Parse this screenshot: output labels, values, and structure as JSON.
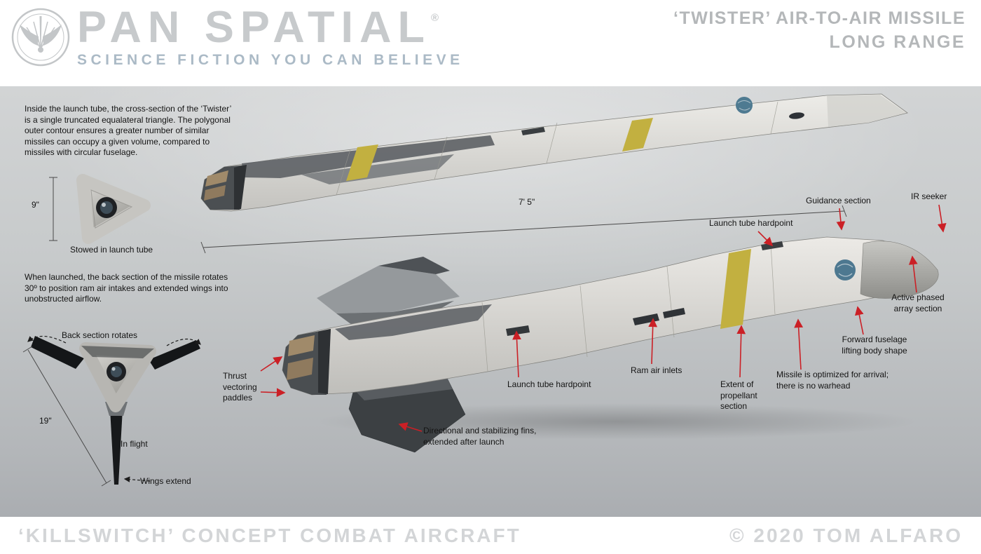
{
  "colors": {
    "accent_red": "#cb2026",
    "stripe_yellow": "#c2b040",
    "brand_gray": "#c7cacc",
    "tagline_blue_gray": "#abbac6"
  },
  "header": {
    "brand": "PAN SPATIAL",
    "registered": "®",
    "tagline": "SCIENCE FICTION YOU CAN BELIEVE",
    "title_line1": "‘TWISTER’  AIR-TO-AIR MISSILE",
    "title_line2": "LONG RANGE"
  },
  "diagram": {
    "intro_paragraph": "Inside the launch tube, the cross-section of the ‘Twister’\nis a single truncated equalateral triangle.  The polygonal\nouter contour ensures a greater number of similar\nmissiles can occupy a given volume, compared to\nmissiles with circular fuselage.",
    "launch_paragraph": "When launched, the back section of the missile rotates\n30º to position ram air intakes and extended wings into\nunobstructed airflow.",
    "stowed_dimension": "9\"",
    "stowed_caption": "Stowed in launch tube",
    "back_section_label": "Back section rotates",
    "inflight_dimension": "19\"",
    "inflight_caption": "In flight",
    "wings_extend_label": "Wings extend",
    "length_dimension": "7' 5\"",
    "callouts": {
      "launch_tube_hardpoint_top": "Launch tube hardpoint",
      "guidance_section": "Guidance section",
      "ir_seeker": "IR seeker",
      "active_phased_array": "Active phased\narray section",
      "forward_fuselage": "Forward fuselage\nlifting body shape",
      "no_warhead": "Missile is optimized for arrival;\nthere is no warhead",
      "propellant_section": "Extent of\npropellant\nsection",
      "ram_air_inlets": "Ram air inlets",
      "launch_tube_hardpoint_bottom": "Launch tube hardpoint",
      "thrust_vectoring_paddles": "Thrust\nvectoring\npaddles",
      "stabilizing_fins": "Directional and stabilizing fins,\nextended after launch"
    }
  },
  "footer": {
    "left": "‘KILLSWITCH’ CONCEPT COMBAT AIRCRAFT",
    "right": "© 2020  TOM ALFARO"
  }
}
